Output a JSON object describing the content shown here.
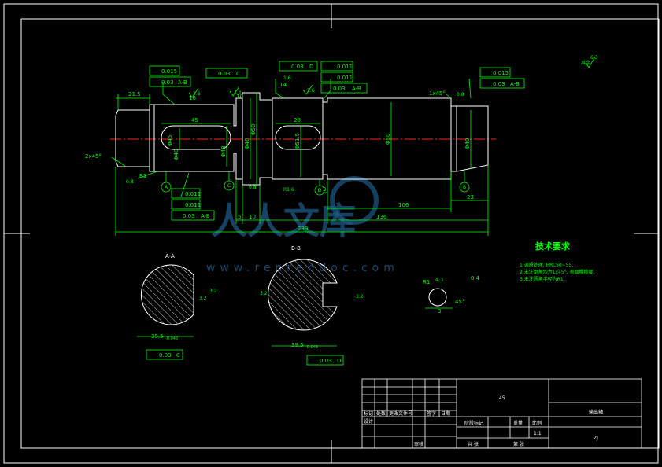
{
  "colors": {
    "background": "#000000",
    "frame": "#ffffff",
    "dimension": "#00ff00",
    "centerline": "#ff2020",
    "outline": "#ffffff",
    "watermark": "#1e5a86"
  },
  "drawing": {
    "tolerances": {
      "runout_0015_left": "0.015",
      "sym_003_ab_left": "0.03",
      "sym_003_ab_left_ref": "A-B",
      "runout_003_c": "0.03",
      "runout_003_c_ref": "C",
      "runout_003_d": "0.03",
      "runout_003_d_ref": "D",
      "cyl_0011": "0.011",
      "runout_0011": "0.011",
      "runout_003_ab_mid": "0.03",
      "runout_003_ab_mid_ref": "A-B",
      "runout_0015_right": "0.015",
      "runout_003_ab_right": "0.03",
      "runout_003_ab_right_ref": "A-B",
      "cyl_0011_low": "0.011",
      "runout_0011_low": "0.011",
      "runout_003_ab_low": "0.03",
      "runout_003_ab_low_ref": "A-B"
    },
    "datums": {
      "a": "A",
      "b": "B",
      "c": "C",
      "d": "D"
    },
    "roughness": {
      "r16a": "1.6",
      "r16b": "1.6",
      "r16c": "1.6",
      "r16d": "1.6",
      "r16e": "R1.6",
      "r08a": "0.8",
      "r08b": "0.8",
      "r08c": "0.8",
      "r32a": "3.2",
      "r32b": "3.2",
      "r32c": "3.2",
      "r32d": "3.2"
    },
    "dims": {
      "d215": "21.5",
      "d45": "45",
      "d28": "28",
      "d5": "5",
      "d10": "10",
      "d3": "3",
      "d106": "106",
      "d136": "136",
      "d23": "23",
      "d239": "239",
      "dia58": "Φ58",
      "dia50": "Φ50",
      "dia45": "Φ45",
      "dia46": "Φ46",
      "dia40a": "Φ40",
      "dia40b": "Φ40",
      "dia48": "Φ48",
      "dia515": "Φ51.5",
      "chamfer_left": "2x45°",
      "chamfer_right": "1x45°",
      "r1": "R1",
      "r1b": "R1",
      "d41": "4.1",
      "d45deg": "45°",
      "d3b": "3",
      "d04": "0.4",
      "dim355": "35.5",
      "dim355tol": "-0.043",
      "dim395": "39.5",
      "dim395tol": "-0.043",
      "n16": "16",
      "n14": "14",
      "n10": "10"
    },
    "sections": {
      "aa": "A-A",
      "bb": "B-B"
    },
    "notes": {
      "heading": "技术要求",
      "line1": "1.调质处理, HRC50~55.",
      "line2": "2.未注倒角均为1x45°, 表面粗糙度.",
      "line3": "3.未注圆角半径为R1."
    },
    "roughness_note": "其余",
    "roughness_note_value": "6.3"
  },
  "title_block": {
    "material": "45",
    "part_name": "输出轴",
    "drawing_no": "ZJ",
    "scale": "1:1",
    "headers": [
      "标记",
      "处数",
      "更改文件号",
      "签字",
      "日期"
    ],
    "design": "设计",
    "check": "审核",
    "stage_label": "阶段标记",
    "weight_label": "重量",
    "scale_label": "比例",
    "sheets": "共 张",
    "sheet": "第 张"
  },
  "watermark": {
    "text": "人人文库",
    "url": "www.renrendoc.com"
  }
}
